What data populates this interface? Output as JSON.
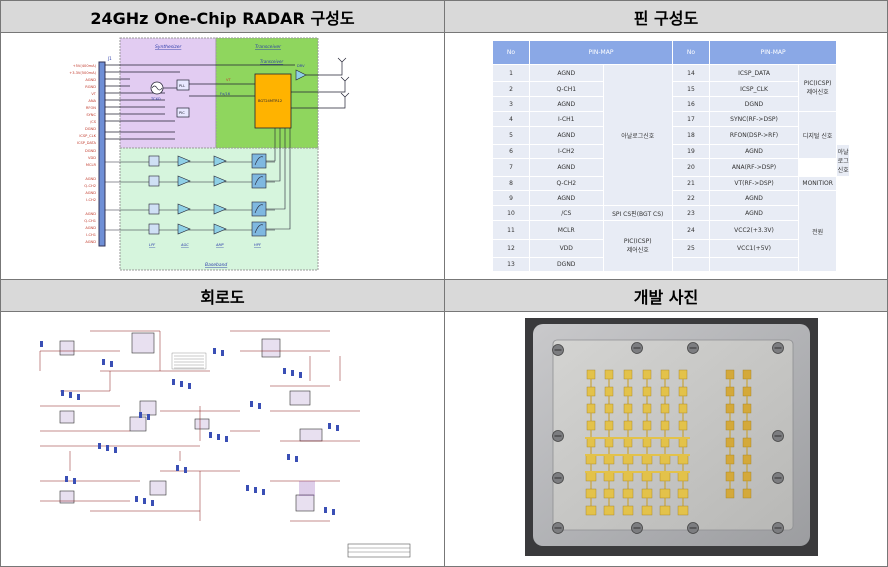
{
  "headers": {
    "radar": "24GHz One-Chip RADAR 구성도",
    "pin": "핀 구성도",
    "circuit": "회로도",
    "photo": "개발 사진"
  },
  "radar_diagram": {
    "blocks": {
      "synthesizer": "Synthesizer",
      "transceiver": "Transceiver",
      "transceiver_inner": "Transceiver",
      "baseband": "Baseband",
      "tcxo": "TCXO",
      "pll": "PLL",
      "pic": "PIC",
      "chip": "BGT24MTR12",
      "drv": "DRV",
      "vt": "VT",
      "fx16": "Fx/16"
    },
    "left_pins": [
      "+5V(400mA)",
      "+3.3V(500mA)",
      "AGND",
      "RGND",
      "VT",
      "ANA",
      "RFON",
      "SYNC",
      "/CS",
      "DGND",
      "ICSP_CLK",
      "ICSP_DATA",
      "DGND",
      "VDD",
      "MCLR",
      "AGND",
      "Q-CH2",
      "AGND",
      "I-CH2",
      "AGND",
      "Q-CH1",
      "AGND",
      "I-CH1",
      "AGND"
    ],
    "j1_label": "J1",
    "bottom_labels": [
      "LPF",
      "AGC",
      "AMP",
      "HPF"
    ]
  },
  "pin_table": {
    "headers": [
      "No",
      "PIN-MAP",
      "No",
      "PIN-MAP"
    ],
    "left": [
      {
        "no": "1",
        "pin": "AGND"
      },
      {
        "no": "2",
        "pin": "Q-CH1"
      },
      {
        "no": "3",
        "pin": "AGND"
      },
      {
        "no": "4",
        "pin": "I-CH1"
      },
      {
        "no": "5",
        "pin": "AGND"
      },
      {
        "no": "6",
        "pin": "I-CH2"
      },
      {
        "no": "7",
        "pin": "AGND"
      },
      {
        "no": "8",
        "pin": "Q-CH2"
      },
      {
        "no": "9",
        "pin": "AGND"
      },
      {
        "no": "10",
        "pin": "/CS"
      },
      {
        "no": "11",
        "pin": "MCLR"
      },
      {
        "no": "12",
        "pin": "VDD"
      },
      {
        "no": "13",
        "pin": "DGND"
      }
    ],
    "left_groups": [
      "아날로그신호",
      "SPI CS핀(BGT CS)",
      "PIC(ICSP)\n제어신호"
    ],
    "right": [
      {
        "no": "14",
        "pin": "ICSP_DATA"
      },
      {
        "no": "15",
        "pin": "ICSP_CLK"
      },
      {
        "no": "16",
        "pin": "DGND"
      },
      {
        "no": "17",
        "pin": "SYNC(RF->DSP)"
      },
      {
        "no": "18",
        "pin": "RFON(DSP->RF)"
      },
      {
        "no": "19",
        "pin": "AGND"
      },
      {
        "no": "20",
        "pin": "ANA(RF->DSP)"
      },
      {
        "no": "21",
        "pin": "VT(RF->DSP)"
      },
      {
        "no": "22",
        "pin": "AGND"
      },
      {
        "no": "23",
        "pin": "AGND"
      },
      {
        "no": "24",
        "pin": "VCC2(+3.3V)"
      },
      {
        "no": "25",
        "pin": "VCC1(+5V)"
      },
      {
        "no": "",
        "pin": ""
      }
    ],
    "right_groups": [
      "PIC(ICSP)\n제어신호",
      "디지털 신호",
      "아날로그 신호",
      "MONITIOR",
      "전원"
    ]
  },
  "colors": {
    "synth_bg": "#e2ccf2",
    "trans_bg": "#8fd65e",
    "base_bg": "#d6f5dd",
    "chip": "#ffb300",
    "table_head": "#8aa8e6",
    "table_cell": "#e8ecf5",
    "header_bg": "#d9d9d9"
  }
}
